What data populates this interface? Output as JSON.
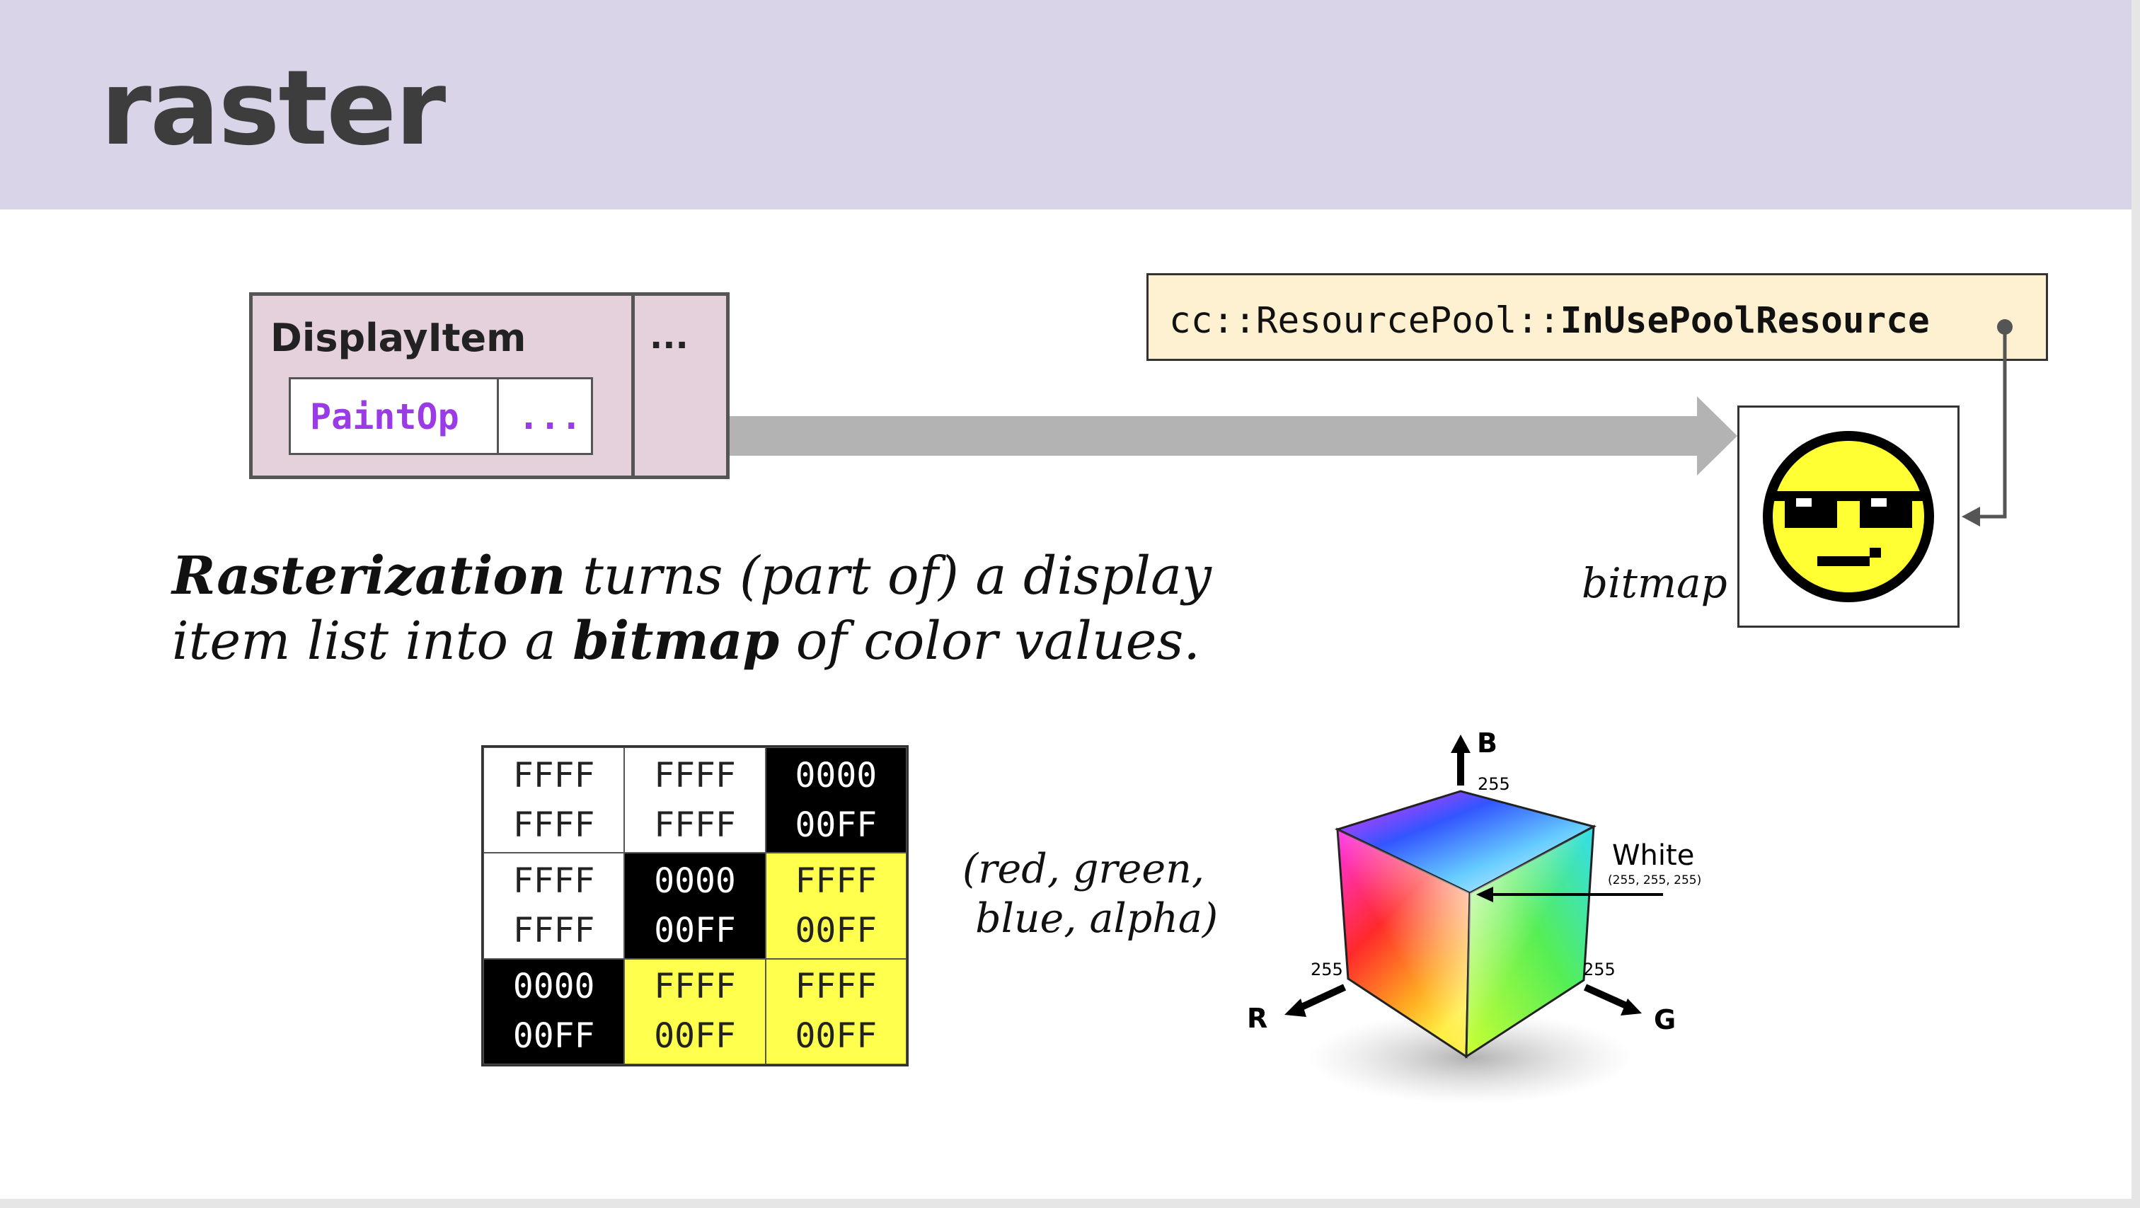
{
  "slide": {
    "title": "raster"
  },
  "display_item": {
    "label": "DisplayItem",
    "more": "...",
    "paint_op": {
      "label": "PaintOp",
      "more": "..."
    }
  },
  "resource": {
    "prefix": "cc::ResourcePool::",
    "name": "InUsePoolResource"
  },
  "bitmap": {
    "label": "bitmap",
    "image": "pixel-art-sunglasses-smiley"
  },
  "description": {
    "line1_bold": "Rasterization",
    "line1_rest": " turns (part of) a display",
    "line2_start": "item list into a ",
    "line2_bold": "bitmap",
    "line2_end": " of color values."
  },
  "pixel_grid": [
    {
      "top": "FFFF",
      "bottom": "FFFF",
      "color": "white"
    },
    {
      "top": "FFFF",
      "bottom": "FFFF",
      "color": "white"
    },
    {
      "top": "0000",
      "bottom": "00FF",
      "color": "black"
    },
    {
      "top": "FFFF",
      "bottom": "FFFF",
      "color": "white"
    },
    {
      "top": "0000",
      "bottom": "00FF",
      "color": "black"
    },
    {
      "top": "FFFF",
      "bottom": "00FF",
      "color": "yellow"
    },
    {
      "top": "0000",
      "bottom": "00FF",
      "color": "black"
    },
    {
      "top": "FFFF",
      "bottom": "00FF",
      "color": "yellow"
    },
    {
      "top": "FFFF",
      "bottom": "00FF",
      "color": "yellow"
    }
  ],
  "rgba_label": {
    "line1": "(red, green,",
    "line2": "blue, alpha)"
  },
  "color_cube": {
    "axis_b": "B",
    "axis_r": "R",
    "axis_g": "G",
    "b_max": "255",
    "r_max": "255",
    "g_max": "255",
    "white_label": "White",
    "white_value": "(255, 255, 255)"
  },
  "colors": {
    "header_bg": "#d9d4e8",
    "display_item_bg": "#e5d1dc",
    "paint_op_text": "#9a3be6",
    "resource_bg": "#fdf1d1",
    "arrow_gray": "#b3b3b3",
    "smiley_yellow": "#ffff33",
    "cell_yellow": "#ffff4d"
  }
}
